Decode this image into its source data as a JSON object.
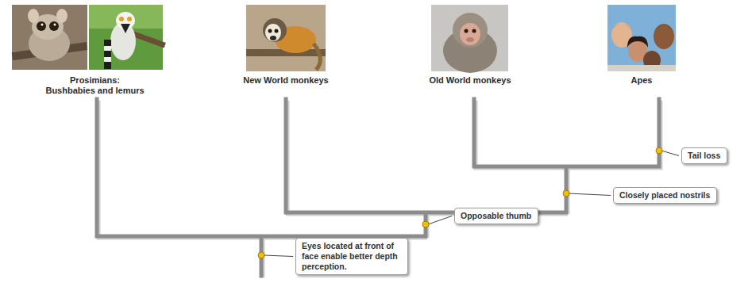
{
  "diagram": {
    "nodes": [
      {
        "text": [
          "Tail loss"
        ]
      },
      {
        "text": [
          "Closely placed nostrils"
        ]
      },
      {
        "text": [
          "Opposable thumb"
        ]
      },
      {
        "text": [
          "Eyes located at front of face enable better depth perception."
        ]
      }
    ],
    "labels": [
      "Prosimians: Bushbabies and lemurs",
      "New World monkeys",
      "Old World monkeys",
      "Apes"
    ]
  }
}
